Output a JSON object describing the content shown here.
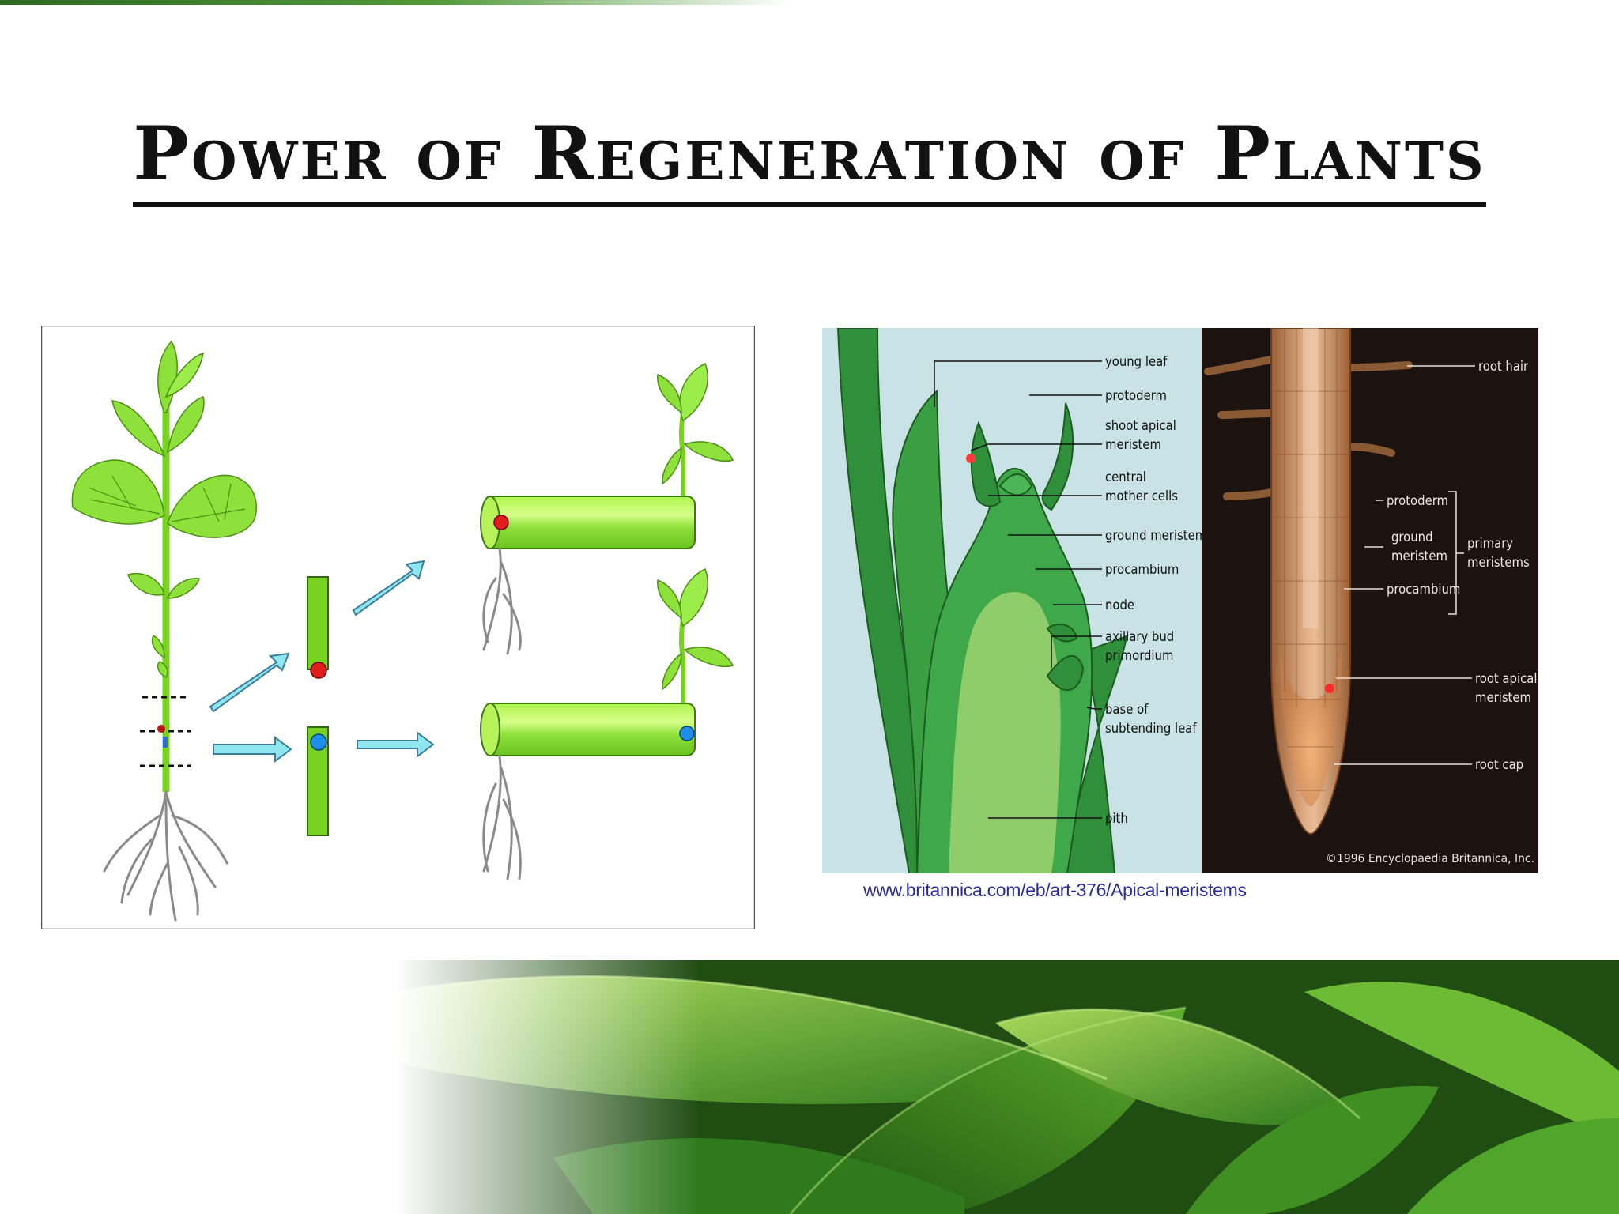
{
  "slide": {
    "title": "Power of Regeneration of Plants"
  },
  "shoot_diagram": {
    "labels": {
      "young_leaf": "young leaf",
      "protoderm": "protoderm",
      "shoot_apical_1": "shoot apical",
      "shoot_apical_2": "meristem",
      "central_1": "central",
      "central_2": "mother cells",
      "ground_meristem": "ground meristem",
      "procambium": "procambium",
      "node": "node",
      "axillary_1": "axillary bud",
      "axillary_2": "primordium",
      "base_1": "base of",
      "base_2": "subtending leaf",
      "pith": "pith"
    }
  },
  "root_diagram": {
    "labels": {
      "root_hair": "root hair",
      "protoderm": "protoderm",
      "ground_1": "ground",
      "ground_2": "meristem",
      "procambium": "procambium",
      "primary_1": "primary",
      "primary_2": "meristems",
      "root_apical_1": "root apical",
      "root_apical_2": "meristem",
      "root_cap": "root cap",
      "copyright": "©1996 Encyclopaedia Britannica, Inc."
    }
  },
  "source_url": "www.britannica.com/eb/art-376/Apical-meristems",
  "colors": {
    "leaf_green": "#7ed321",
    "arrow_cyan": "#8fe6ee",
    "red_dot": "#e01e1e",
    "blue_dot": "#1e8ee8",
    "shoot_bg": "#c8e2e6",
    "root_bg": "#1c1210"
  }
}
